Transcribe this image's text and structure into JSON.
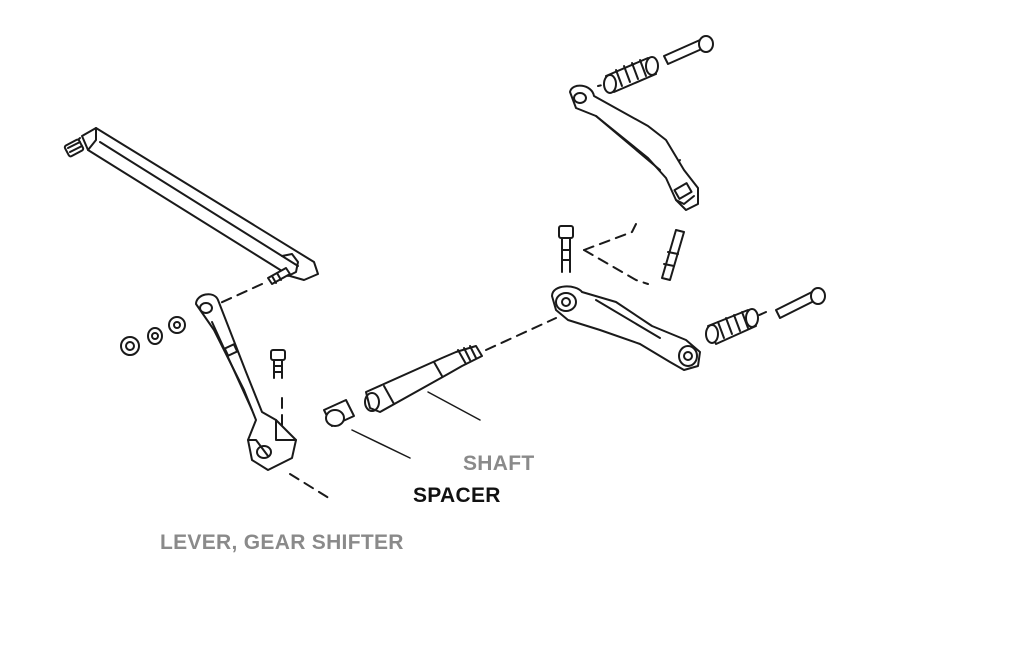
{
  "labels": {
    "shaft": "SHAFT",
    "spacer": "SPACER",
    "lever": "LEVER, GEAR SHIFTER"
  },
  "colors": {
    "line": "#1a1a1a",
    "label_gray": "#8a8a8a",
    "label_dark": "#111111"
  }
}
